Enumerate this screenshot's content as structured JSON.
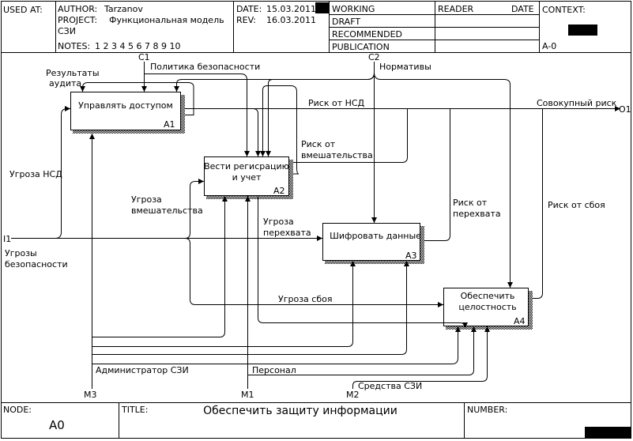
{
  "header": {
    "used_at": "USED AT:",
    "author_label": "AUTHOR:",
    "author": "Tarzanov",
    "project_label": "PROJECT:",
    "project_line1": "Функциональная модель",
    "project_line2": "СЗИ",
    "notes_label": "NOTES:",
    "notes_numbers": "1 2 3 4 5 6 7 8 9 10",
    "date_label": "DATE:",
    "date": "15.03.2011",
    "rev_label": "REV:",
    "rev": "16.03.2011",
    "status": [
      "WORKING",
      "DRAFT",
      "RECOMMENDED",
      "PUBLICATION"
    ],
    "reader_label": "READER",
    "reader_date_label": "DATE",
    "context_label": "CONTEXT:",
    "context_node": "A-0"
  },
  "boxes": [
    {
      "line1": "Управлять доступом",
      "line2": "",
      "number": "A1"
    },
    {
      "line1": "Вести регисрацию",
      "line2": "и учет",
      "number": "A2"
    },
    {
      "line1": "Шифровать данные",
      "line2": "",
      "number": "A3"
    },
    {
      "line1": "Обеспечить",
      "line2": "целостность",
      "number": "A4"
    }
  ],
  "tunnels": {
    "c1": "C1",
    "c2": "C2",
    "i1": "I1",
    "o1": "O1",
    "m1": "M1",
    "m2": "M2",
    "m3": "M3"
  },
  "labels": {
    "policy": "Политика безопасности",
    "norms": "Нормативы",
    "audit1": "Результаты",
    "audit2": "аудита",
    "risk_nsd": "Риск от НСД",
    "total_risk": "Совокупный риск",
    "risk_interf1": "Риск от",
    "risk_interf2": "вмешательства",
    "threat_nsd": "Угроза НСД",
    "threat_interf1": "Угроза",
    "threat_interf2": "вмешательства",
    "threat_intercept1": "Угроза",
    "threat_intercept2": "перехвата",
    "risk_intercept1": "Риск от",
    "risk_intercept2": "перехвата",
    "risk_failure": "Риск от сбоя",
    "threats_sec1": "Угрозы",
    "threats_sec2": "безопасности",
    "threat_failure": "Угроза сбоя",
    "admin": "Администратор СЗИ",
    "personnel": "Персонал",
    "tools": "Средства СЗИ"
  },
  "footer": {
    "node_label": "NODE:",
    "node": "A0",
    "title_label": "TITLE:",
    "title": "Обеспечить защиту информации",
    "number_label": "NUMBER:"
  }
}
